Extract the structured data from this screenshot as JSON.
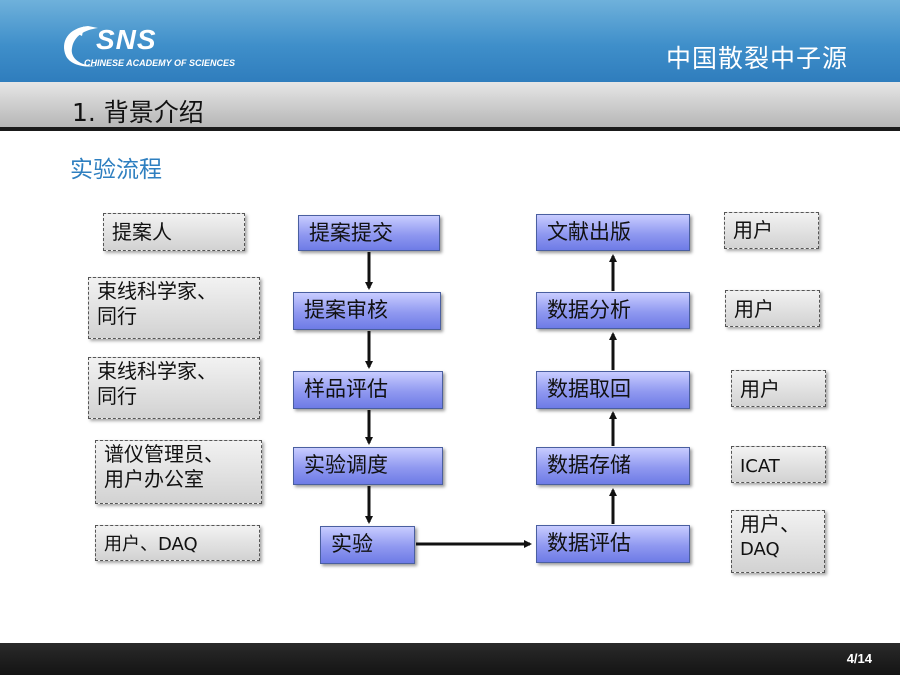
{
  "header": {
    "logo_text": "SNS",
    "logo_subtext": "CHINESE ACADEMY OF SCIENCES",
    "org_title": "中国散裂中子源"
  },
  "section": {
    "title": "1. 背景介绍"
  },
  "subtitle": "实验流程",
  "roles_left": [
    {
      "line1": "提案人",
      "line2": ""
    },
    {
      "line1": "束线科学家、",
      "line2": "同行"
    },
    {
      "line1": "束线科学家、",
      "line2": "同行"
    },
    {
      "line1": "谱仪管理员、",
      "line2": "用户办公室"
    },
    {
      "line1": "用户、DAQ",
      "line2": ""
    }
  ],
  "steps_left": [
    "提案提交",
    "提案审核",
    "样品评估",
    "实验调度",
    "实验"
  ],
  "steps_right": [
    "文献出版",
    "数据分析",
    "数据取回",
    "数据存储",
    "数据评估"
  ],
  "roles_right": [
    {
      "line1": "用户",
      "line2": ""
    },
    {
      "line1": "用户",
      "line2": ""
    },
    {
      "line1": "用户",
      "line2": ""
    },
    {
      "line1": "ICAT",
      "line2": ""
    },
    {
      "line1": "用户、",
      "line2": "DAQ"
    }
  ],
  "footer": {
    "page": "4/14"
  },
  "colors": {
    "header_blue": "#3f8fca",
    "subtitle_blue": "#2e7fc0",
    "step_box_purple": "#8f98f0",
    "role_box_gray": "#d2d2d2"
  }
}
